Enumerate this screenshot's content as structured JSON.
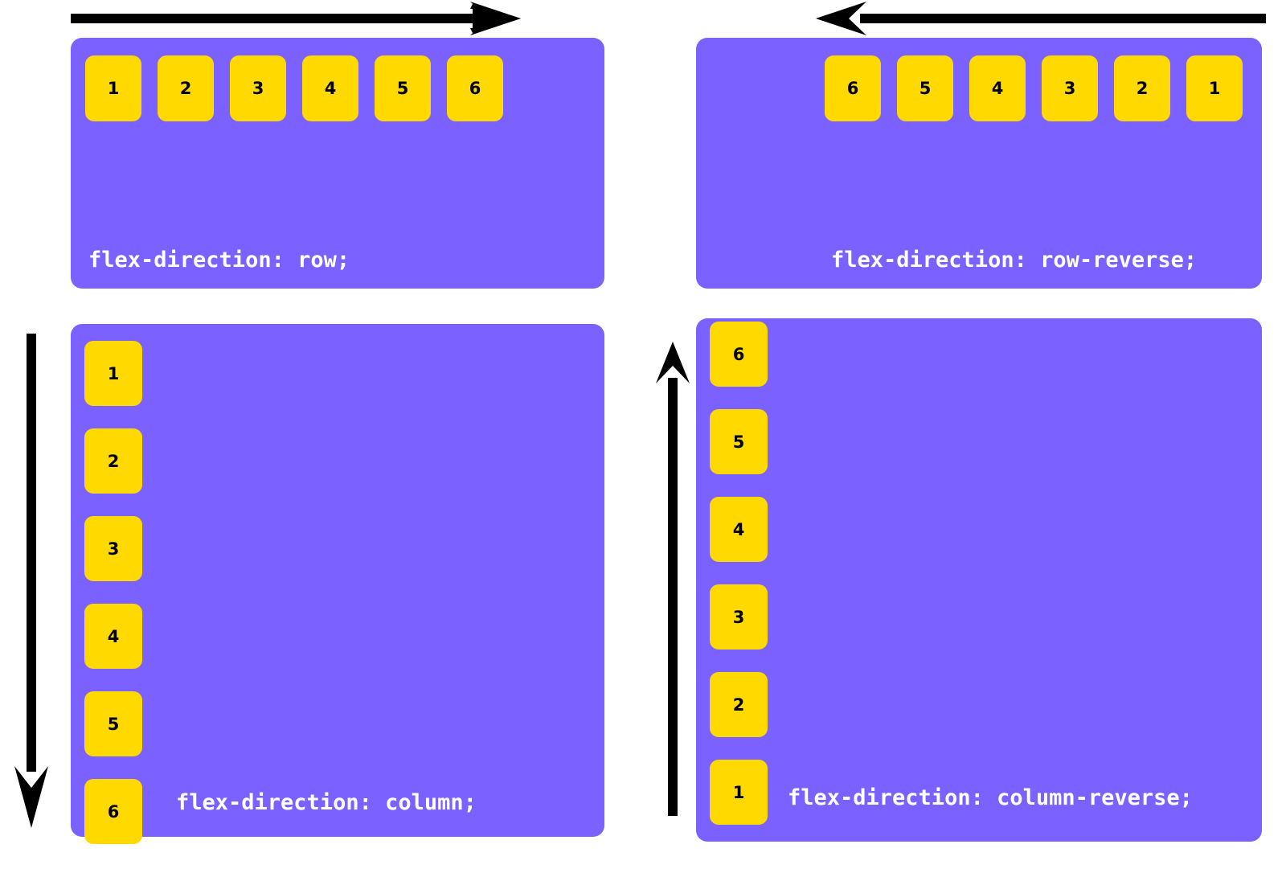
{
  "diagram": {
    "title": "CSS flex-direction values",
    "colors": {
      "container": "#7b61ff",
      "item": "#ffd900",
      "item_text": "#000000",
      "caption_text": "#ffffff",
      "arrow": "#000000",
      "background": "#ffffff"
    }
  },
  "panels": [
    {
      "id": "row",
      "caption": "flex-direction: row;",
      "arrow_icon": "arrow-right-icon",
      "arrow_direction": "right",
      "items": [
        "1",
        "2",
        "3",
        "4",
        "5",
        "6"
      ]
    },
    {
      "id": "row-reverse",
      "caption": "flex-direction: row-reverse;",
      "arrow_icon": "arrow-left-icon",
      "arrow_direction": "left",
      "items": [
        "1",
        "2",
        "3",
        "4",
        "5",
        "6"
      ]
    },
    {
      "id": "column",
      "caption": "flex-direction: column;",
      "arrow_icon": "arrow-down-icon",
      "arrow_direction": "down",
      "items": [
        "1",
        "2",
        "3",
        "4",
        "5",
        "6"
      ]
    },
    {
      "id": "column-reverse",
      "caption": "flex-direction: column-reverse;",
      "arrow_icon": "arrow-up-icon",
      "arrow_direction": "up",
      "items": [
        "1",
        "2",
        "3",
        "4",
        "5",
        "6"
      ]
    }
  ]
}
